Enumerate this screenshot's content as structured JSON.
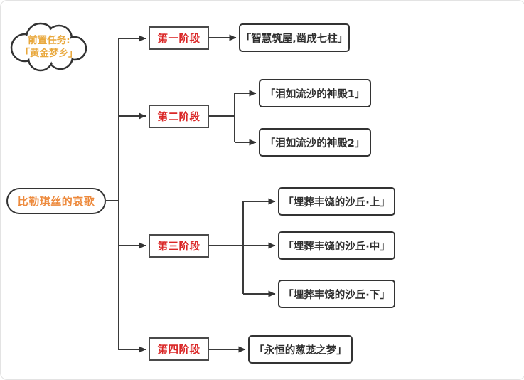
{
  "diagram": {
    "prerequisite": {
      "line1": "前置任务:",
      "line2": "「黄金梦乡」"
    },
    "root": {
      "label": "比勒琪丝的哀歌"
    },
    "stages": [
      {
        "label": "第一阶段",
        "quests": [
          "「智慧筑屋,凿成七柱」"
        ]
      },
      {
        "label": "第二阶段",
        "quests": [
          "「泪如流沙的神殿1」",
          "「泪如流沙的神殿2」"
        ]
      },
      {
        "label": "第三阶段",
        "quests": [
          "「埋葬丰饶的沙丘·上」",
          "「埋葬丰饶的沙丘·中」",
          "「埋葬丰饶的沙丘·下」"
        ]
      },
      {
        "label": "第四阶段",
        "quests": [
          "「永恒的葱茏之梦」"
        ]
      }
    ],
    "colors": {
      "stage_text": "#da2727",
      "root_text": "#ed8a3d",
      "prereq_text": "#e9a83c",
      "quest_text": "#2e2e2e",
      "line": "#3a3a3a"
    }
  }
}
